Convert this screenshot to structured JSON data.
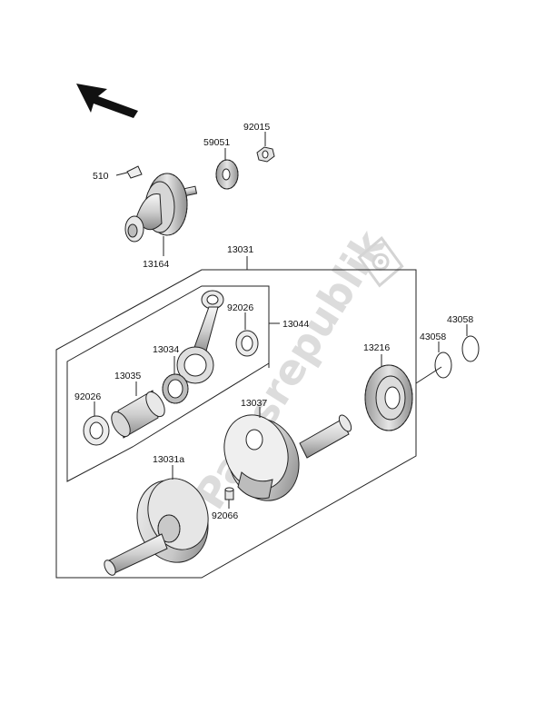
{
  "watermark": {
    "text": "Partsrepublik"
  },
  "parts": {
    "p510": "510",
    "p13164": "13164",
    "p59051": "59051",
    "p92015": "92015",
    "p13031": "13031",
    "p92026_top": "92026",
    "p13044": "13044",
    "p13034": "13034",
    "p13035": "13035",
    "p92026_left": "92026",
    "p13216": "13216",
    "p43058_a": "43058",
    "p43058_b": "43058",
    "p13037": "13037",
    "p13031a": "13031a",
    "p92066": "92066"
  },
  "colors": {
    "line": "#222222",
    "part_light": "#f0f0f0",
    "part_mid": "#cfcfcf",
    "part_dark": "#8a8a8a",
    "watermark": "#dcdcdc"
  },
  "icons": {
    "direction": "front-arrow-icon",
    "watermark_logo": "gear-flag-icon"
  }
}
